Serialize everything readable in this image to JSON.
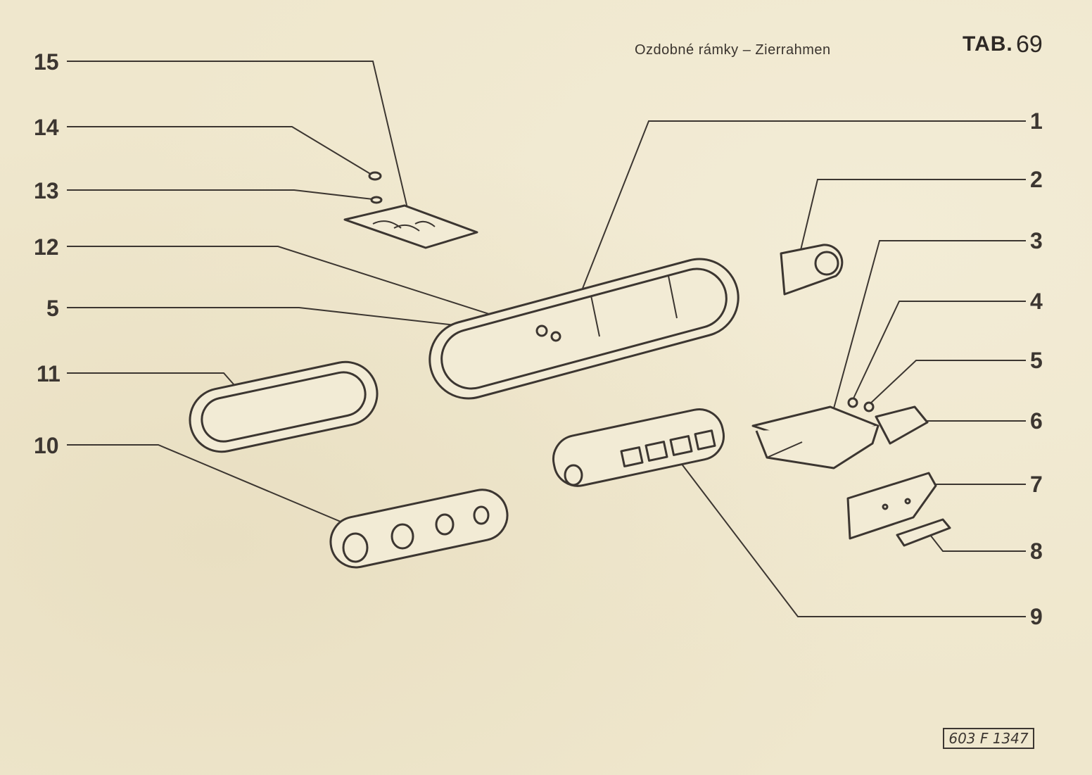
{
  "header": {
    "title": "Ozdobné rámky – Zierrahmen",
    "tab_label": "TAB.",
    "tab_number": "69"
  },
  "callouts": {
    "c15": "15",
    "c14": "14",
    "c13": "13",
    "c12": "12",
    "c5_left": "5",
    "c11": "11",
    "c10": "10",
    "c1": "1",
    "c2": "2",
    "c3": "3",
    "c4": "4",
    "c5_right": "5",
    "c6": "6",
    "c7": "7",
    "c8": "8",
    "c9": "9"
  },
  "footer": {
    "reference_code": "603 F 1347"
  },
  "colors": {
    "paper": "#efe7cd",
    "ink": "#3c3631"
  }
}
